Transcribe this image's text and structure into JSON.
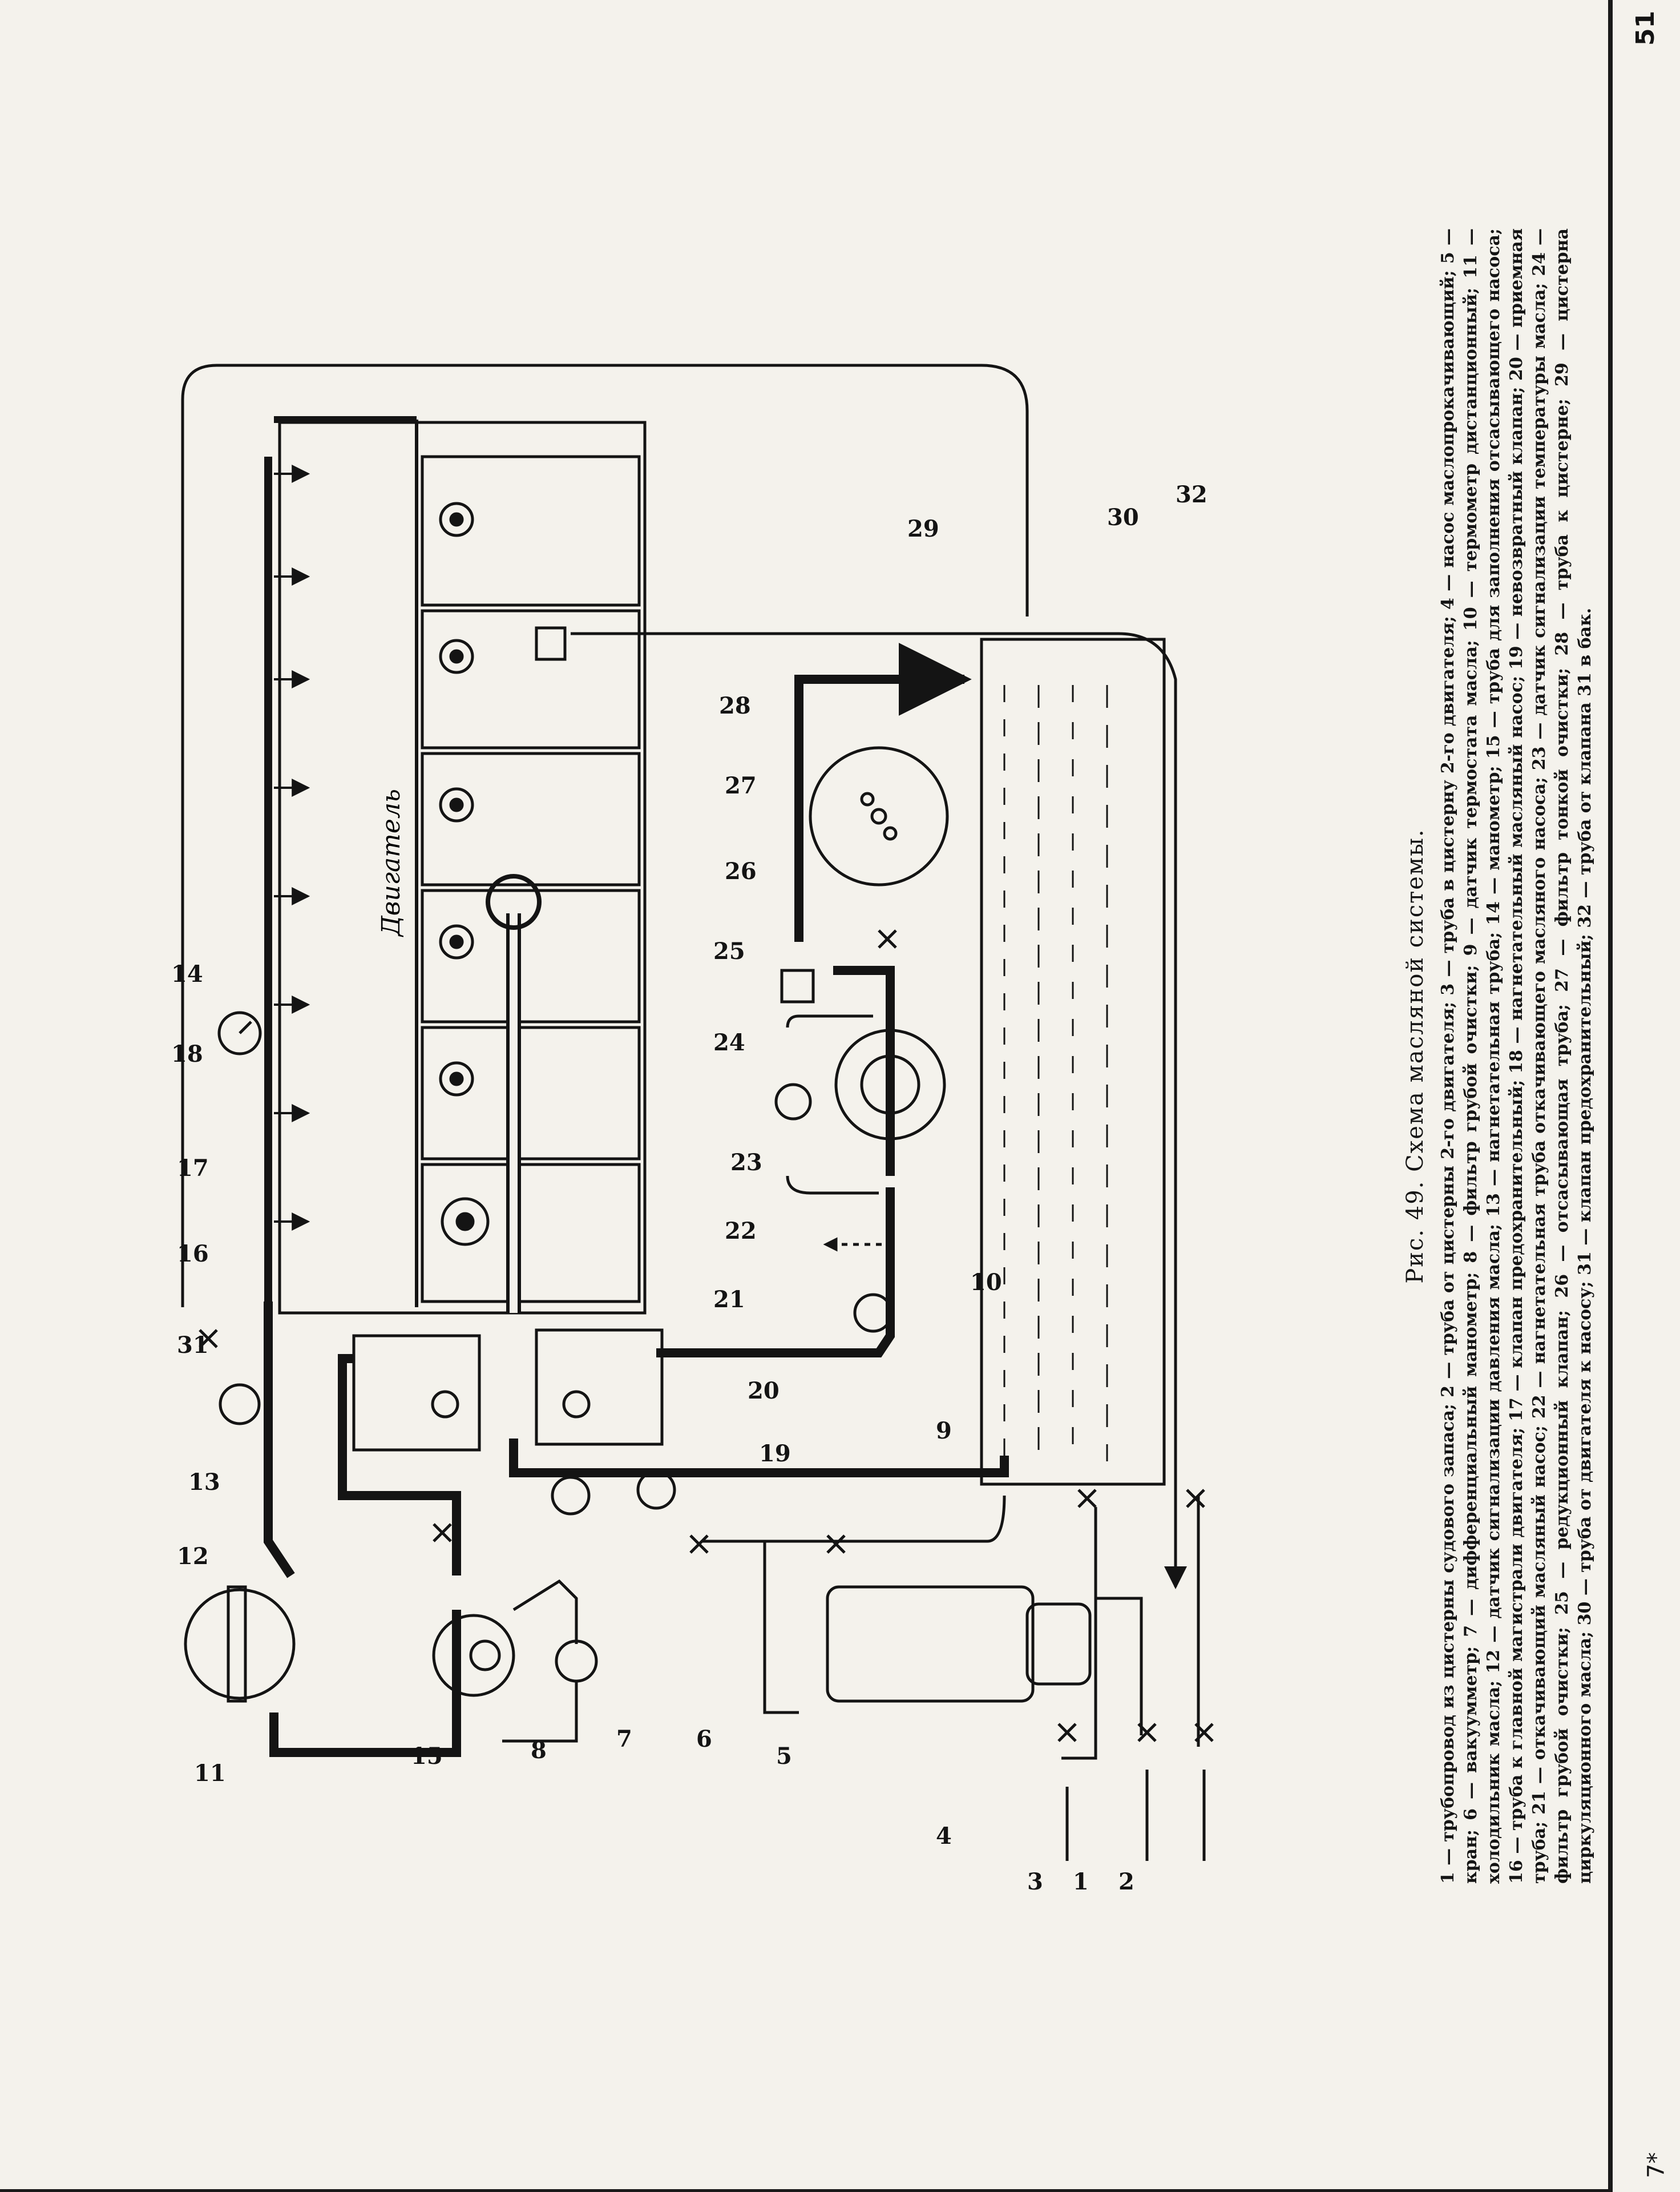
{
  "page_number": "51",
  "corner_mark": "7*",
  "figure": {
    "title": "Рис. 49. Схема масляной системы.",
    "legend": "1 — трубопровод из цистерны судового запаса; 2 — труба от цистерны 2-го двигателя; 3 — труба в цистерну 2-го двигателя; 4 — насос маслопрокачивающий; 5 — кран; 6 — вакуумметр; 7 — дифференциальный манометр; 8 — фильтр грубой очистки; 9 — датчик термостата масла; 10 — термометр дистанционный; 11 — холодильник масла; 12 — датчик сигнализации давления масла; 13 — нагнетательная труба; 14 — манометр; 15 — труба для заполнения отсасывающего насоса; 16 — труба к главной магистрали двигателя; 17 — клапан предохранительный; 18 — нагнетательный масляный насос; 19 — невозвратный клапан; 20 — приемная труба; 21 — откачивающий масляный насос; 22 — нагнетательная труба откачивающего масляного насоса; 23 — датчик сигнализации температуры масла; 24 — фильтр грубой очистки; 25 — редукционный клапан; 26 — отсасывающая труба; 27 — фильтр тонкой очистки; 28 — труба к цистерне; 29 — цистерна циркуляционного масла; 30 — труба от двигателя к насосу; 31 — клапан предохранительный; 32 — труба от клапана 31 в бак."
  },
  "diagram": {
    "engine_label": "Двигатель",
    "callouts": [
      "1",
      "2",
      "3",
      "4",
      "5",
      "6",
      "7",
      "8",
      "9",
      "10",
      "11",
      "12",
      "13",
      "14",
      "15",
      "16",
      "17",
      "18",
      "19",
      "20",
      "21",
      "22",
      "23",
      "24",
      "25",
      "26",
      "27",
      "28",
      "29",
      "30",
      "31",
      "32"
    ]
  }
}
